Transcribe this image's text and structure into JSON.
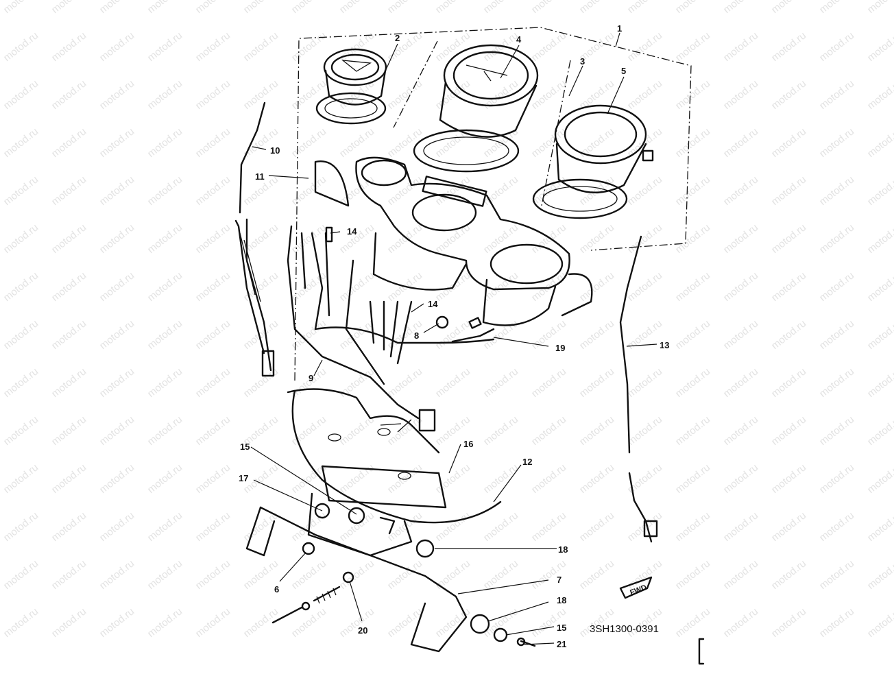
{
  "watermark": "motod.ru",
  "diagram_code": "3SH1300-0391",
  "fwd_label": "FWD",
  "callouts": [
    "1",
    "2",
    "3",
    "4",
    "5",
    "6",
    "7",
    "8",
    "9",
    "10",
    "11",
    "12",
    "13",
    "14",
    "14",
    "15",
    "15",
    "16",
    "17",
    "18",
    "18",
    "19",
    "20",
    "21"
  ]
}
